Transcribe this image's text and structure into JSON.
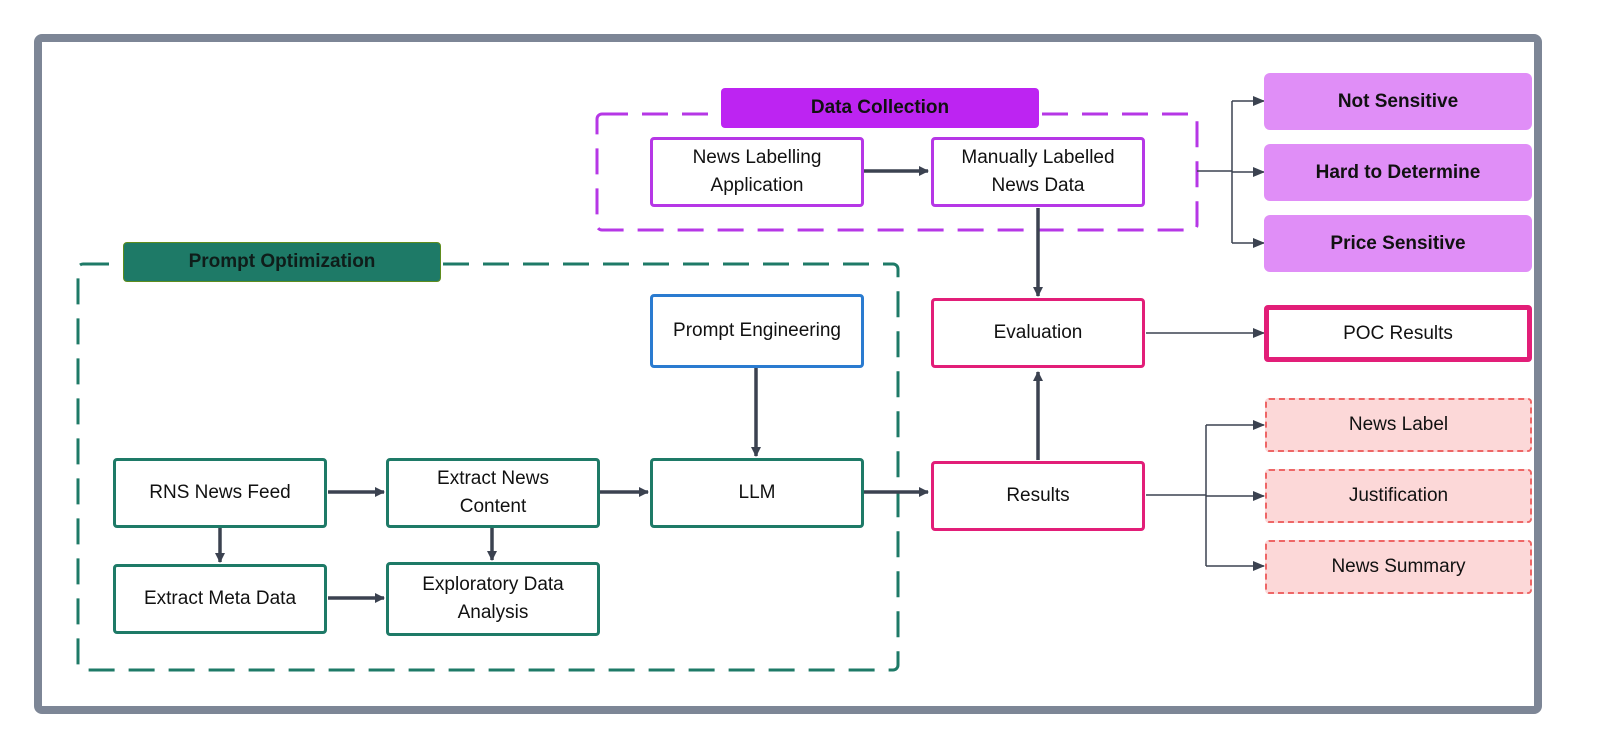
{
  "groups": {
    "data_collection": {
      "title": "Data Collection",
      "accent": "#b637e6",
      "title_bg": "#bd24f2"
    },
    "prompt_optimization": {
      "title": "Prompt Optimization",
      "accent": "#1e7a67",
      "title_bg": "#1e7a67"
    }
  },
  "nodes": {
    "news_labelling_app": "News Labelling\nApplication",
    "manually_labelled": "Manually Labelled\nNews Data",
    "evaluation": "Evaluation",
    "results": "Results",
    "poc_results": "POC Results",
    "prompt_engineering": "Prompt Engineering",
    "llm": "LLM",
    "rns_news_feed": "RNS News Feed",
    "extract_news_content": "Extract News\nContent",
    "extract_meta_data": "Extract Meta Data",
    "exploratory_data_analysis": "Exploratory Data\nAnalysis"
  },
  "categories": [
    "Not Sensitive",
    "Hard to Determine",
    "Price Sensitive"
  ],
  "outputs": [
    "News Label",
    "Justification",
    "News Summary"
  ],
  "colors": {
    "frame": "#7d8696",
    "arrow": "#3b4250",
    "evaluation": "#e21e78",
    "category_fill": "#e08ef7",
    "output_fill": "#fcd8d8",
    "output_border": "#ee6666",
    "prompt_engineering": "#2a7bd0"
  }
}
